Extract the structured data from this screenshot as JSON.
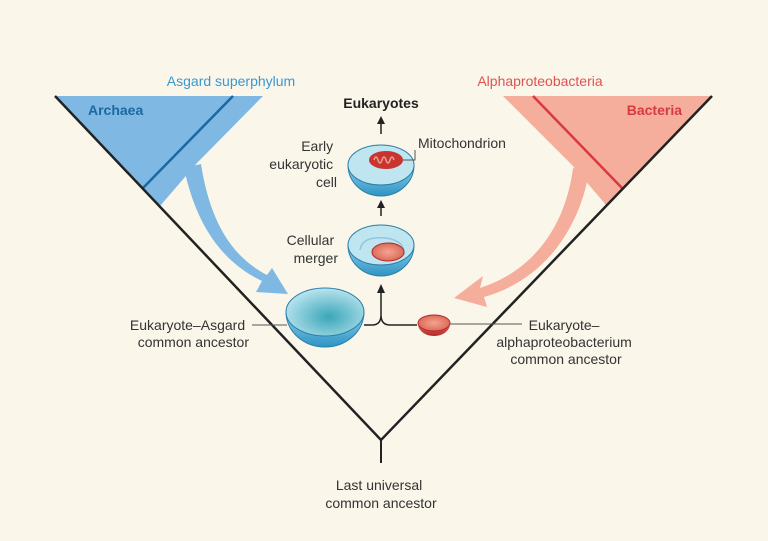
{
  "labels": {
    "asgard": "Asgard superphylum",
    "archaea": "Archaea",
    "eukaryotes": "Eukaryotes",
    "alpha": "Alphaproteobacteria",
    "bacteria": "Bacteria",
    "early_cell": [
      "Early",
      "eukaryotic",
      "cell"
    ],
    "mitochondrion": "Mitochondrion",
    "merger": [
      "Cellular",
      "merger"
    ],
    "asgard_ancestor": [
      "Eukaryote–Asgard",
      "common ancestor"
    ],
    "alpha_ancestor": [
      "Eukaryote–",
      "alphaproteobacterium",
      "common ancestor"
    ],
    "luca": [
      "Last universal",
      "common ancestor"
    ]
  },
  "colors": {
    "background": "#faf6ea",
    "archaea_fill": "#7fb8e3",
    "archaea_line": "#1a6aa0",
    "asgard_text": "#3a98cf",
    "bacteria_fill": "#f5ad9c",
    "bacteria_line": "#d83a3f",
    "alpha_text": "#e0524f"
  }
}
